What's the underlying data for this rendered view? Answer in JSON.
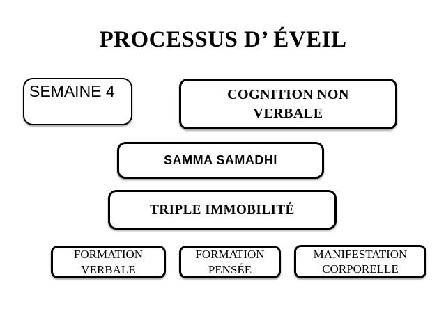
{
  "slide": {
    "title": "PROCESSUS D’ ÉVEIL",
    "boxes": [
      {
        "id": "semaine",
        "lines": [
          "SEMAINE 4"
        ]
      },
      {
        "id": "cognition",
        "lines": [
          "COGNITION NON",
          "VERBALE"
        ]
      },
      {
        "id": "samadhi",
        "lines": [
          "SAMMA SAMADHI"
        ]
      },
      {
        "id": "triple",
        "lines": [
          "TRIPLE IMMOBILITÉ"
        ]
      },
      {
        "id": "formation-verbale",
        "lines": [
          "FORMATION",
          "VERBALE"
        ]
      },
      {
        "id": "formation-pensee",
        "lines": [
          "FORMATION",
          "PENSÉE"
        ]
      },
      {
        "id": "manifestation",
        "lines": [
          "MANIFESTATION",
          "CORPORELLE"
        ]
      }
    ],
    "colors": {
      "background": "#ffffff",
      "border": "#000000",
      "text": "#000000"
    }
  }
}
